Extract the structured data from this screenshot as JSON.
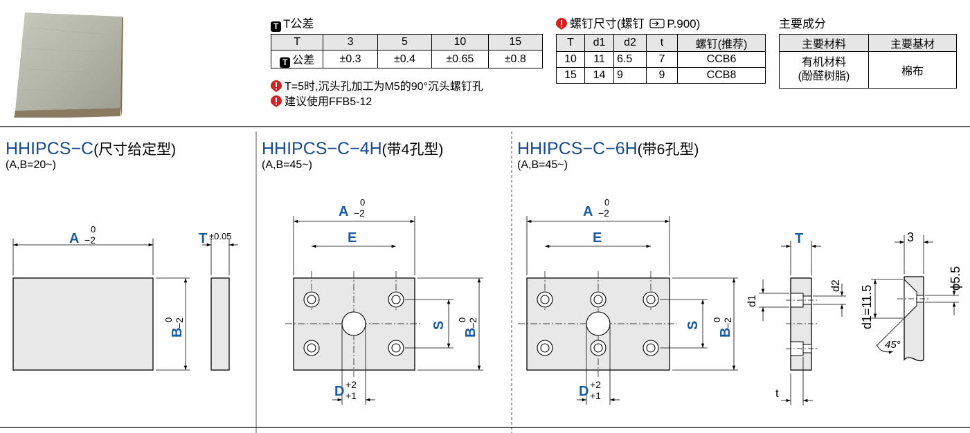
{
  "tolerance_table": {
    "heading": "T公差",
    "header_row": [
      "T",
      "3",
      "5",
      "10",
      "15"
    ],
    "value_row_label": "公差",
    "value_row": [
      "±0.3",
      "±0.4",
      "±0.65",
      "±0.8"
    ]
  },
  "notes": [
    "T=5时,沉头孔加工为M5的90°沉头螺钉孔",
    "建议使用FFB5-12"
  ],
  "screw_table": {
    "heading": "螺钉尺寸(螺钉",
    "heading_ref": "P.900)",
    "header_row": [
      "T",
      "d1",
      "d2",
      "t",
      "螺钉(推荐)"
    ],
    "rows": [
      [
        "10",
        "11",
        "6.5",
        "7",
        "CCB6"
      ],
      [
        "15",
        "14",
        "9",
        "9",
        "CCB8"
      ]
    ]
  },
  "material_table": {
    "heading": "主要成分",
    "header_row": [
      "主要材料",
      "主要基材"
    ],
    "material_line1": "有机材料",
    "material_line2": "(酚醛树脂)",
    "base": "棉布"
  },
  "sections": [
    {
      "code": "HHIPCS−C",
      "desc": "(尺寸给定型)",
      "range": "(A,B=20~)"
    },
    {
      "code": "HHIPCS−C−4H",
      "desc": "(带4孔型)",
      "range": "(A,B=45~)"
    },
    {
      "code": "HHIPCS−C−6H",
      "desc": "(带6孔型)",
      "range": "(A,B=45~)"
    }
  ],
  "dims": {
    "A": "A",
    "B": "B",
    "T": "T",
    "E": "E",
    "S": "S",
    "D": "D",
    "zero": "0",
    "minus2": "−2",
    "plus2": "+2",
    "plus1": "+1",
    "t_tol": "±0.05",
    "three": "3",
    "phi": "ϕ5.5",
    "d1": "d1",
    "d2": "d2",
    "t": "t",
    "d1_val": "d1=11.5",
    "angle": "45°"
  },
  "colors": {
    "accent_blue": "#1a4a8a",
    "dim_blue": "#1a5aa0",
    "note_red": "#d42020",
    "plate_fill": "#e8e8e8",
    "header_fill": "#e6e6e6"
  }
}
